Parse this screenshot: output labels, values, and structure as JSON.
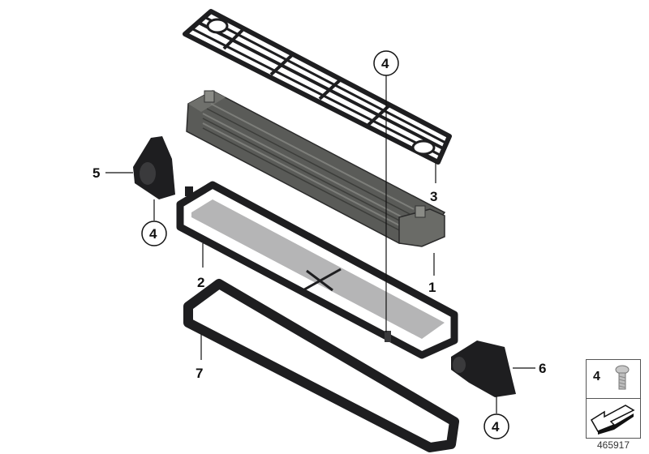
{
  "diagram": {
    "title": "Oil cooler / mounting parts exploded view",
    "reference_number": "465917",
    "callouts": [
      {
        "id": "1",
        "label": "1"
      },
      {
        "id": "2",
        "label": "2"
      },
      {
        "id": "3",
        "label": "3"
      },
      {
        "id": "4a",
        "label": "4"
      },
      {
        "id": "4b",
        "label": "4"
      },
      {
        "id": "4c",
        "label": "4"
      },
      {
        "id": "5",
        "label": "5"
      },
      {
        "id": "6",
        "label": "6"
      },
      {
        "id": "7",
        "label": "7"
      }
    ],
    "parts": [
      {
        "number": "1",
        "name": "oil-cooler"
      },
      {
        "number": "2",
        "name": "cooler-frame-bracket"
      },
      {
        "number": "3",
        "name": "protective-grille"
      },
      {
        "number": "4",
        "name": "screw"
      },
      {
        "number": "5",
        "name": "left-holder"
      },
      {
        "number": "6",
        "name": "right-holder"
      },
      {
        "number": "7",
        "name": "seal-frame"
      }
    ],
    "legend": {
      "part_number": "4",
      "icon": "torx-screw-icon",
      "arrow_icon": "assembly-direction-arrow-icon"
    },
    "colors": {
      "part_dark": "#1e1e20",
      "cooler_gray": "#5a5b58",
      "cooler_light": "#7d7e7a",
      "line": "#111111",
      "background": "#ffffff"
    }
  }
}
